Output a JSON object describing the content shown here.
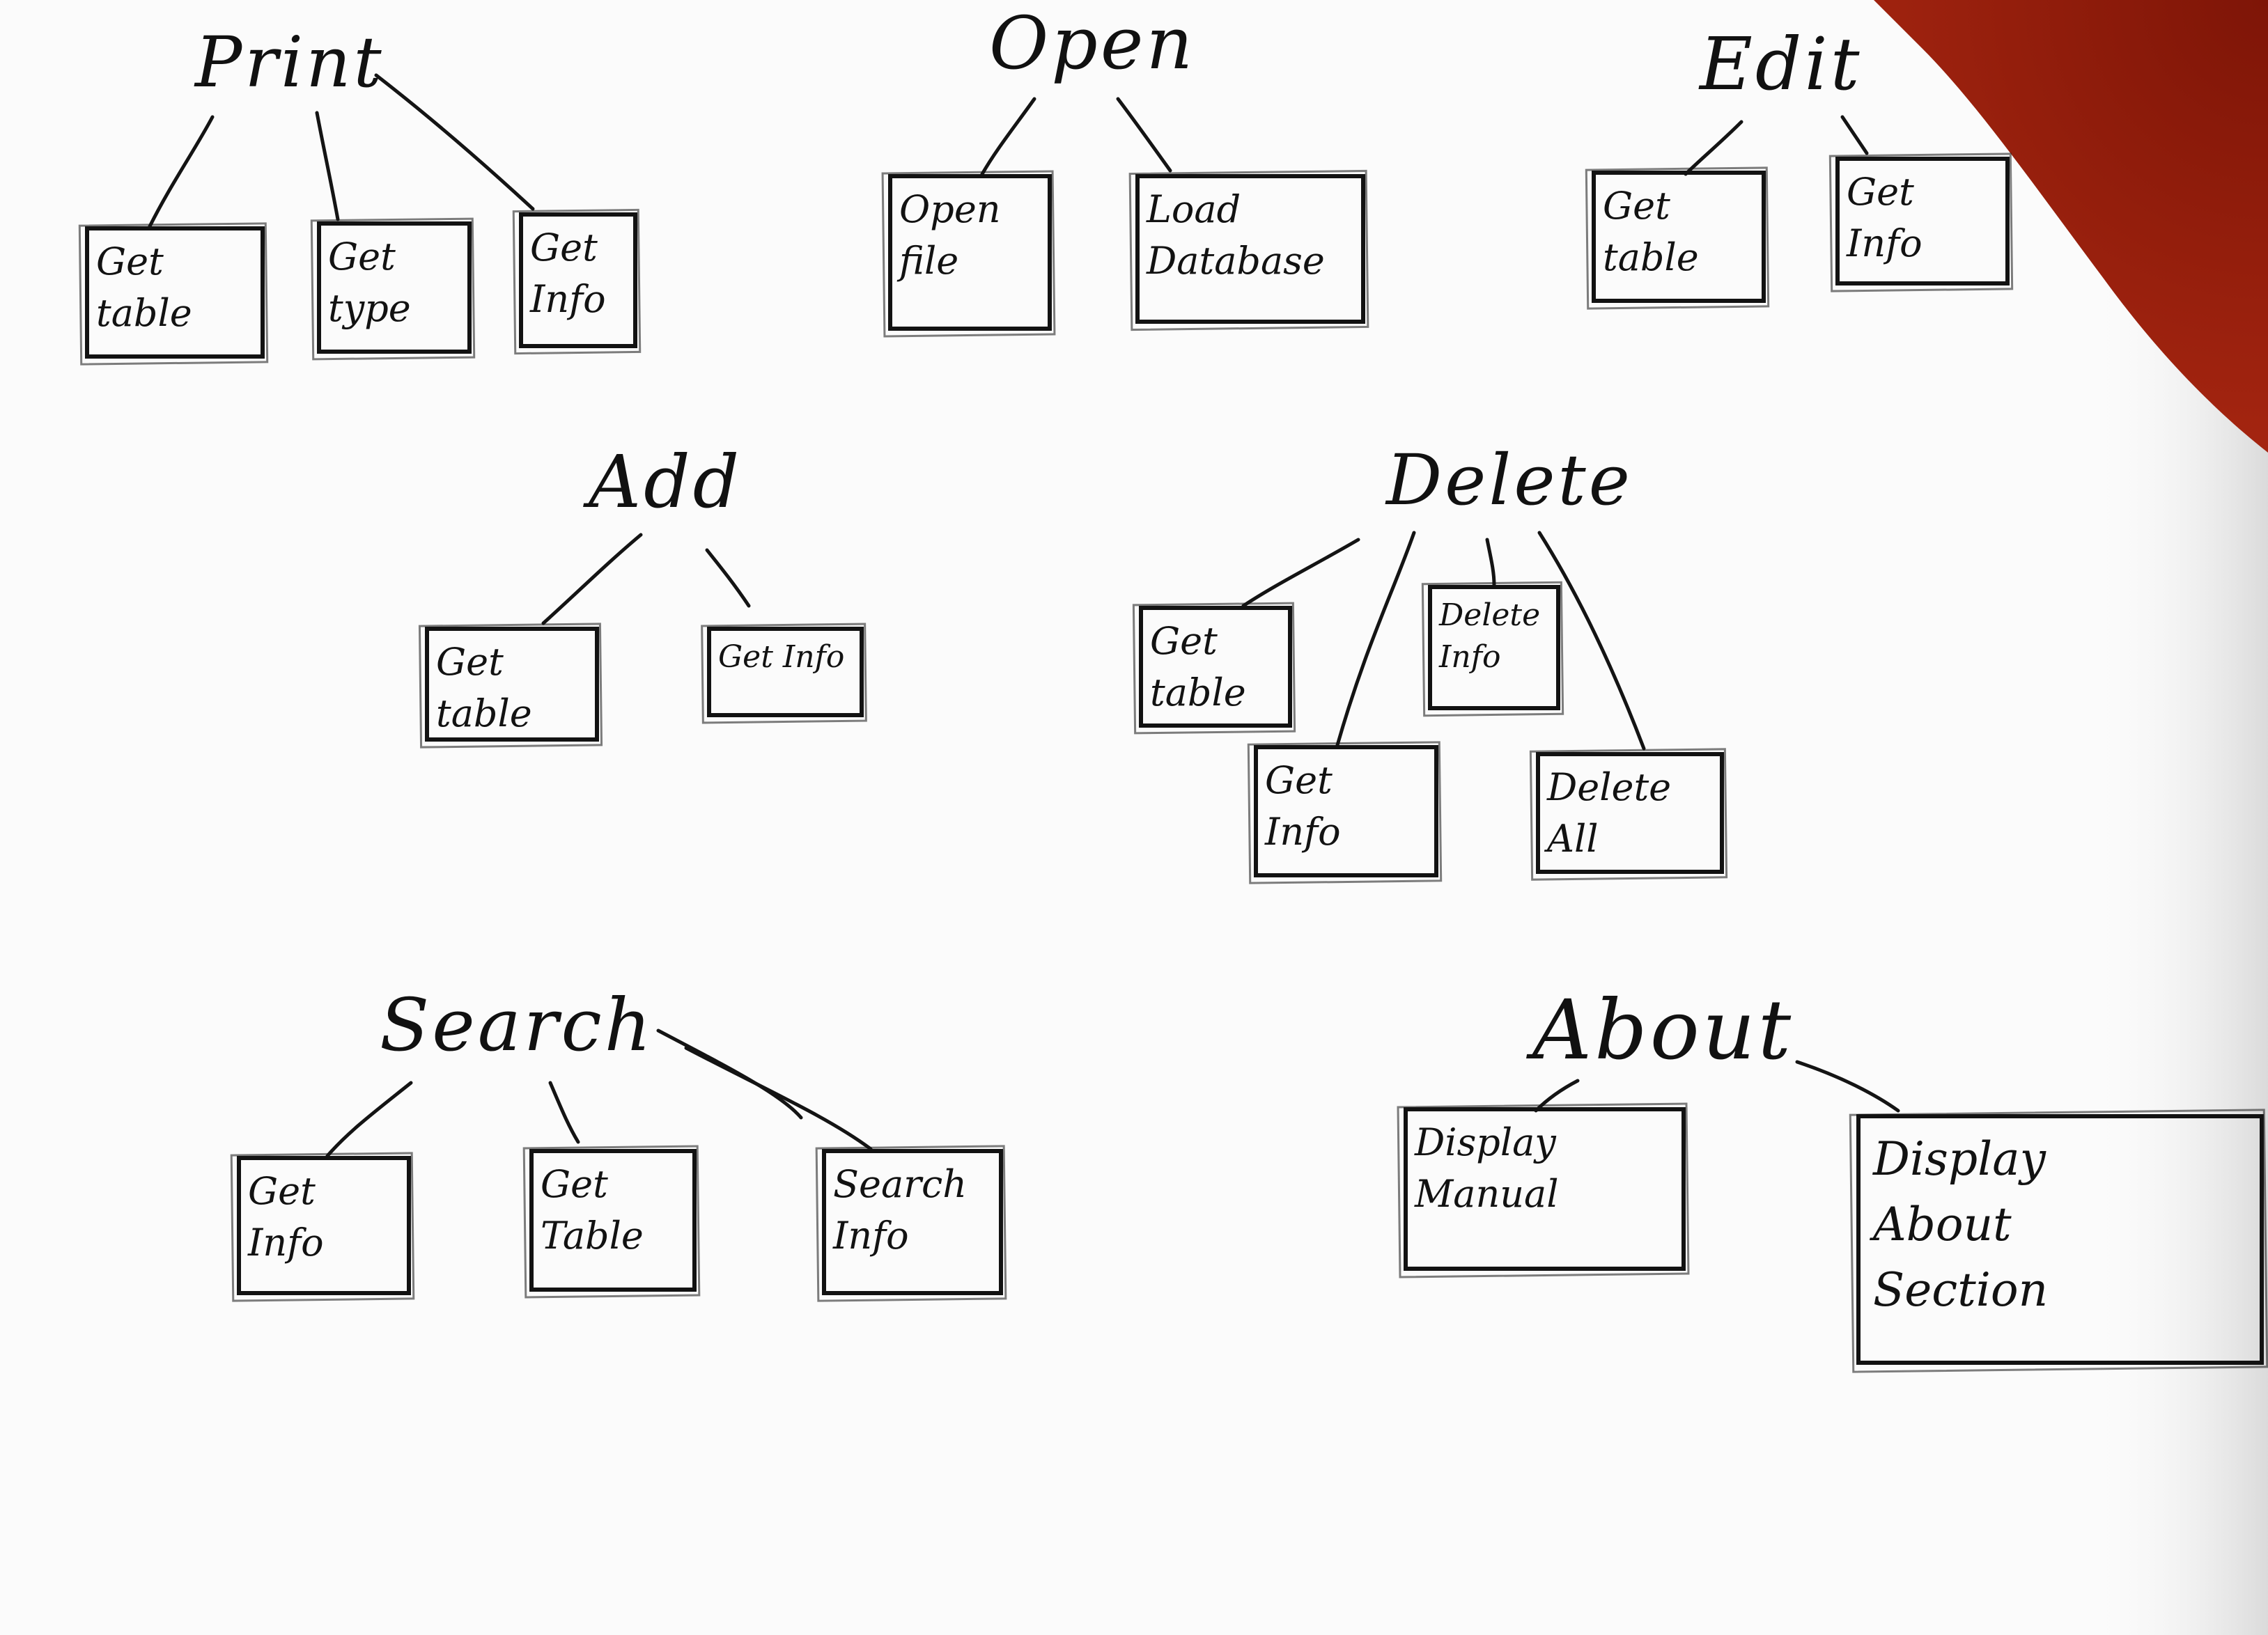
{
  "colors": {
    "paper": "#fbfbfb",
    "ink": "#121212",
    "shadow_corner": "#8f1b0b"
  },
  "groups": {
    "print": {
      "title": "Print",
      "children": [
        "Get\ntable",
        "Get\ntype",
        "Get\nInfo"
      ]
    },
    "open": {
      "title": "Open",
      "children": [
        "Open\nfile",
        "Load\nDatabase"
      ]
    },
    "edit": {
      "title": "Edit",
      "children": [
        "Get\ntable",
        "Get\nInfo"
      ]
    },
    "add": {
      "title": "Add",
      "children": [
        "Get\ntable",
        "Get Info"
      ]
    },
    "delete": {
      "title": "Delete",
      "children": [
        "Get\ntable",
        "Delete\nInfo",
        "Get\nInfo",
        "Delete\nAll"
      ]
    },
    "search": {
      "title": "Search",
      "children": [
        "Get\nInfo",
        "Get\nTable",
        "Search\nInfo"
      ]
    },
    "about": {
      "title": "About",
      "children": [
        "Display\nManual",
        "Display\nAbout\nSection"
      ]
    }
  }
}
